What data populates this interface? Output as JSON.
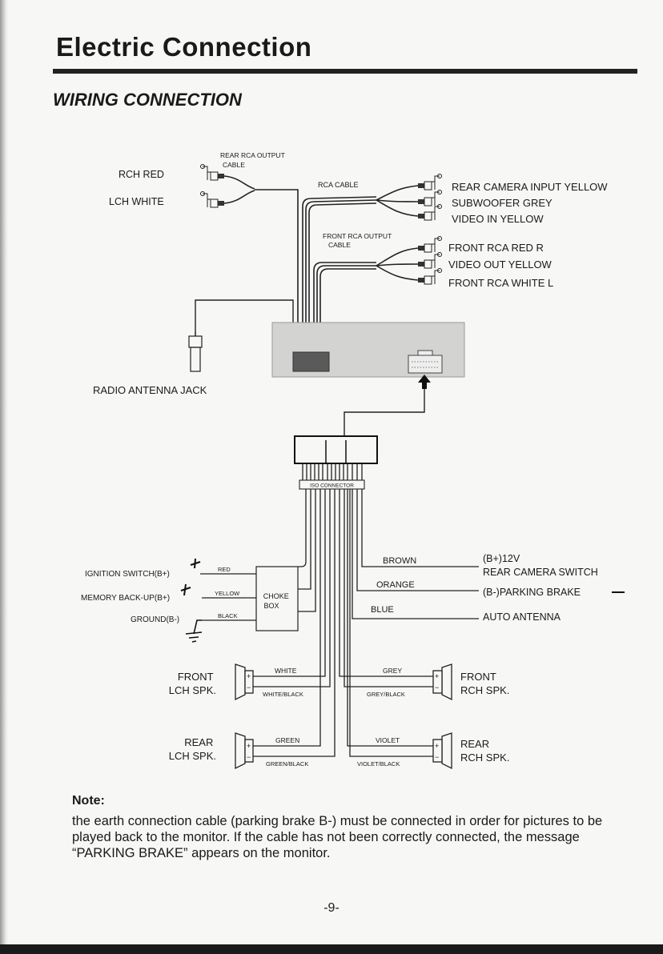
{
  "header": {
    "title": "Electric Connection",
    "subtitle": "WIRING CONNECTION"
  },
  "diagram": {
    "rca_section": {
      "rear_output_cable": [
        "REAR RCA OUTPUT",
        "CABLE"
      ],
      "rch_red": "RCH  RED",
      "lch_white": "LCH WHITE",
      "rca_cable": "RCA  CABLE",
      "rear_camera_input": "REAR CAMERA INPUT YELLOW",
      "subwoofer": "SUBWOOFER GREY",
      "video_in": "VIDEO IN YELLOW",
      "front_output_cable": [
        "FRONT RCA OUTPUT",
        "CABLE"
      ],
      "front_rca_red": "FRONT RCA RED   R",
      "video_out": "VIDEO  OUT  YELLOW",
      "front_rca_white": "FRONT RCA  WHITE  L",
      "radio_antenna_jack": "RADIO ANTENNA JACK"
    },
    "iso_section": {
      "iso_connector": "ISO CONNECTOR",
      "choke_box": [
        "CHOKE",
        "BOX"
      ],
      "ignition_switch": "IGNITION SWITCH(B+)",
      "memory_backup": "MEMORY BACK-UP(B+)",
      "ground": "GROUND(B-)",
      "wire_red": "RED",
      "wire_yellow": "YELLOW",
      "wire_black": "BLACK",
      "wire_brown": "BROWN",
      "wire_orange": "ORANGE",
      "wire_blue": "BLUE",
      "b_plus_12v": "(B+)12V",
      "rear_camera_switch": "REAR CAMERA SWITCH",
      "parking_brake": "(B-)PARKING BRAKE",
      "auto_antenna": "AUTO ANTENNA"
    },
    "speakers": {
      "front_lch": [
        "FRONT",
        "LCH SPK."
      ],
      "front_rch": [
        "FRONT",
        "RCH SPK."
      ],
      "rear_lch": [
        "REAR",
        "LCH SPK."
      ],
      "rear_rch": [
        "REAR",
        "RCH SPK."
      ],
      "white": "WHITE",
      "white_black": "WHITE/BLACK",
      "grey": "GREY",
      "grey_black": "GREY/BLACK",
      "green": "GREEN",
      "green_black": "GREEN/BLACK",
      "violet": "VIOLET",
      "violet_black": "VIOLET/BLACK"
    }
  },
  "note": {
    "title": "Note:",
    "text": "the earth connection cable (parking brake B-) must be connected in order for pictures to be played back to the monitor. If the cable has not been correctly connected, the message “PARKING BRAKE” appears on the monitor."
  },
  "page_number": "-9-"
}
